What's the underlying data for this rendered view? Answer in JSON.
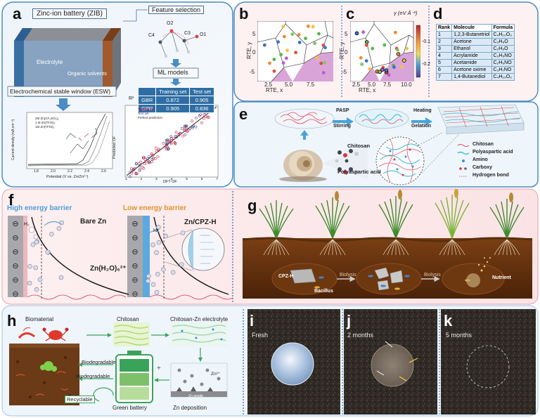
{
  "panels": {
    "a": {
      "label": "a",
      "zib": "Zinc-ion battery (ZIB)",
      "electrolyte": "Electrolyte",
      "organic": "Organic solvents",
      "feature": "Feature selection",
      "ml_models": "ML models",
      "esw": "Electrochemical stable window (ESW)",
      "atoms": [
        "O2",
        "C4",
        "C3",
        "O1"
      ],
      "ml_table": {
        "header": [
          "",
          "Training set",
          "Test set"
        ],
        "rows": [
          [
            "GBR",
            "0.872",
            "0.905"
          ],
          [
            "GPR",
            "0.905",
            "0.836"
          ]
        ],
        "r2": "R²"
      },
      "lsv": {
        "ylabel": "Current density (mA cm⁻²)",
        "xlabel": "Potential (V vs. Zn/Zn²⁺)",
        "legend": [
          "2M Zn(CF₃SO₃)₂",
          "1 M Zn(TFSI)₂",
          "1M Zn(TFSI)₂"
        ],
        "ticks": [
          "1.8",
          "2.0",
          "2.2",
          "2.4",
          "2.6"
        ]
      },
      "parity": {
        "ylabel": "Predicted OF",
        "xlabel": "DFT OF",
        "legend": [
          "Training set",
          "Test set",
          "Perfect prediction"
        ],
        "ticks": [
          "1",
          "2",
          "3",
          "4",
          "5",
          "6",
          "7"
        ]
      }
    },
    "b": {
      "label": "b",
      "xlabel": "RTE, x",
      "ylabel": "RTE, y",
      "xticks": [
        "2.5",
        "5.0",
        "7.5"
      ],
      "yticks": [
        "5",
        "0",
        "-5"
      ]
    },
    "c": {
      "label": "c",
      "xlabel": "RTE, x",
      "ylabel": "RTE, y",
      "xticks": [
        "2.5",
        "5.0",
        "7.5",
        "10.0"
      ],
      "yticks": [
        "5",
        "0",
        "-5"
      ],
      "cbar_title": "γ (eV Å⁻²)",
      "cbar_ticks": [
        "-0.1",
        "-0.2"
      ]
    },
    "d": {
      "label": "d",
      "headers": [
        "Rank",
        "Molecule",
        "Formula"
      ],
      "rows": [
        [
          "1",
          "1,2,3-Butanetriol",
          "C₄H₁₀O₃"
        ],
        [
          "2",
          "Acetone",
          "C₃H₆O"
        ],
        [
          "3",
          "Ethanol",
          "C₂H₆O"
        ],
        [
          "4",
          "Acrylamide",
          "C₃H₅NO"
        ],
        [
          "5",
          "Acetamide",
          "C₂H₅NO"
        ],
        [
          "6",
          "Acetone oxime",
          "C₃H₇NO"
        ],
        [
          "7",
          "1,4-Butanediol",
          "C₄H₁₀O₂"
        ]
      ]
    },
    "e": {
      "label": "e",
      "pasp": "PASP",
      "stirring": "Stirring",
      "heating": "Heating",
      "gelation": "Gelation",
      "chitosan": "Chitosan",
      "polyaspartic": "Polyaspartic acid",
      "legend": [
        "Chitosan",
        "Polyaspartic acid",
        "Amino",
        "Carboxy",
        "Hydrogen bond"
      ]
    },
    "f": {
      "label": "f",
      "high": "High energy barrier",
      "low": "Low energy barrier",
      "bare": "Bare Zn",
      "czp": "Zn/CPZ-H",
      "hydrate": "Zn(H₂O)₆²⁺",
      "h2": "H₂",
      "hplus": "H⁺",
      "minus": "⊖"
    },
    "g": {
      "label": "g",
      "cpz": "CPZ-H",
      "bacillus": "Bacillus",
      "biolysis1": "Biolysis",
      "biolysis2": "Biolysis",
      "nutrient": "Nutrient"
    },
    "h": {
      "label": "h",
      "biomaterial": "Biomaterial",
      "chitosan": "Chitosan",
      "electrolyte": "Chitosan-Zn electrolyte",
      "biodeg1": "Biodegradable",
      "biodeg2": "Biodegradable",
      "recyclable": "Recyclable",
      "green": "Green battery",
      "deposition": "Zn deposition",
      "zn2": "Zn²⁺",
      "znanode": "Zn anode"
    },
    "i": {
      "label": "i",
      "caption": "Fresh"
    },
    "j": {
      "label": "j",
      "caption": "2 months"
    },
    "k": {
      "label": "k",
      "caption": "5 months"
    }
  },
  "colors": {
    "blue_border": "#4a8cc4",
    "pink_bg": "#fbe9ea",
    "blue_bg": "#e9f2fb",
    "dotted": "#3f7fc1"
  }
}
